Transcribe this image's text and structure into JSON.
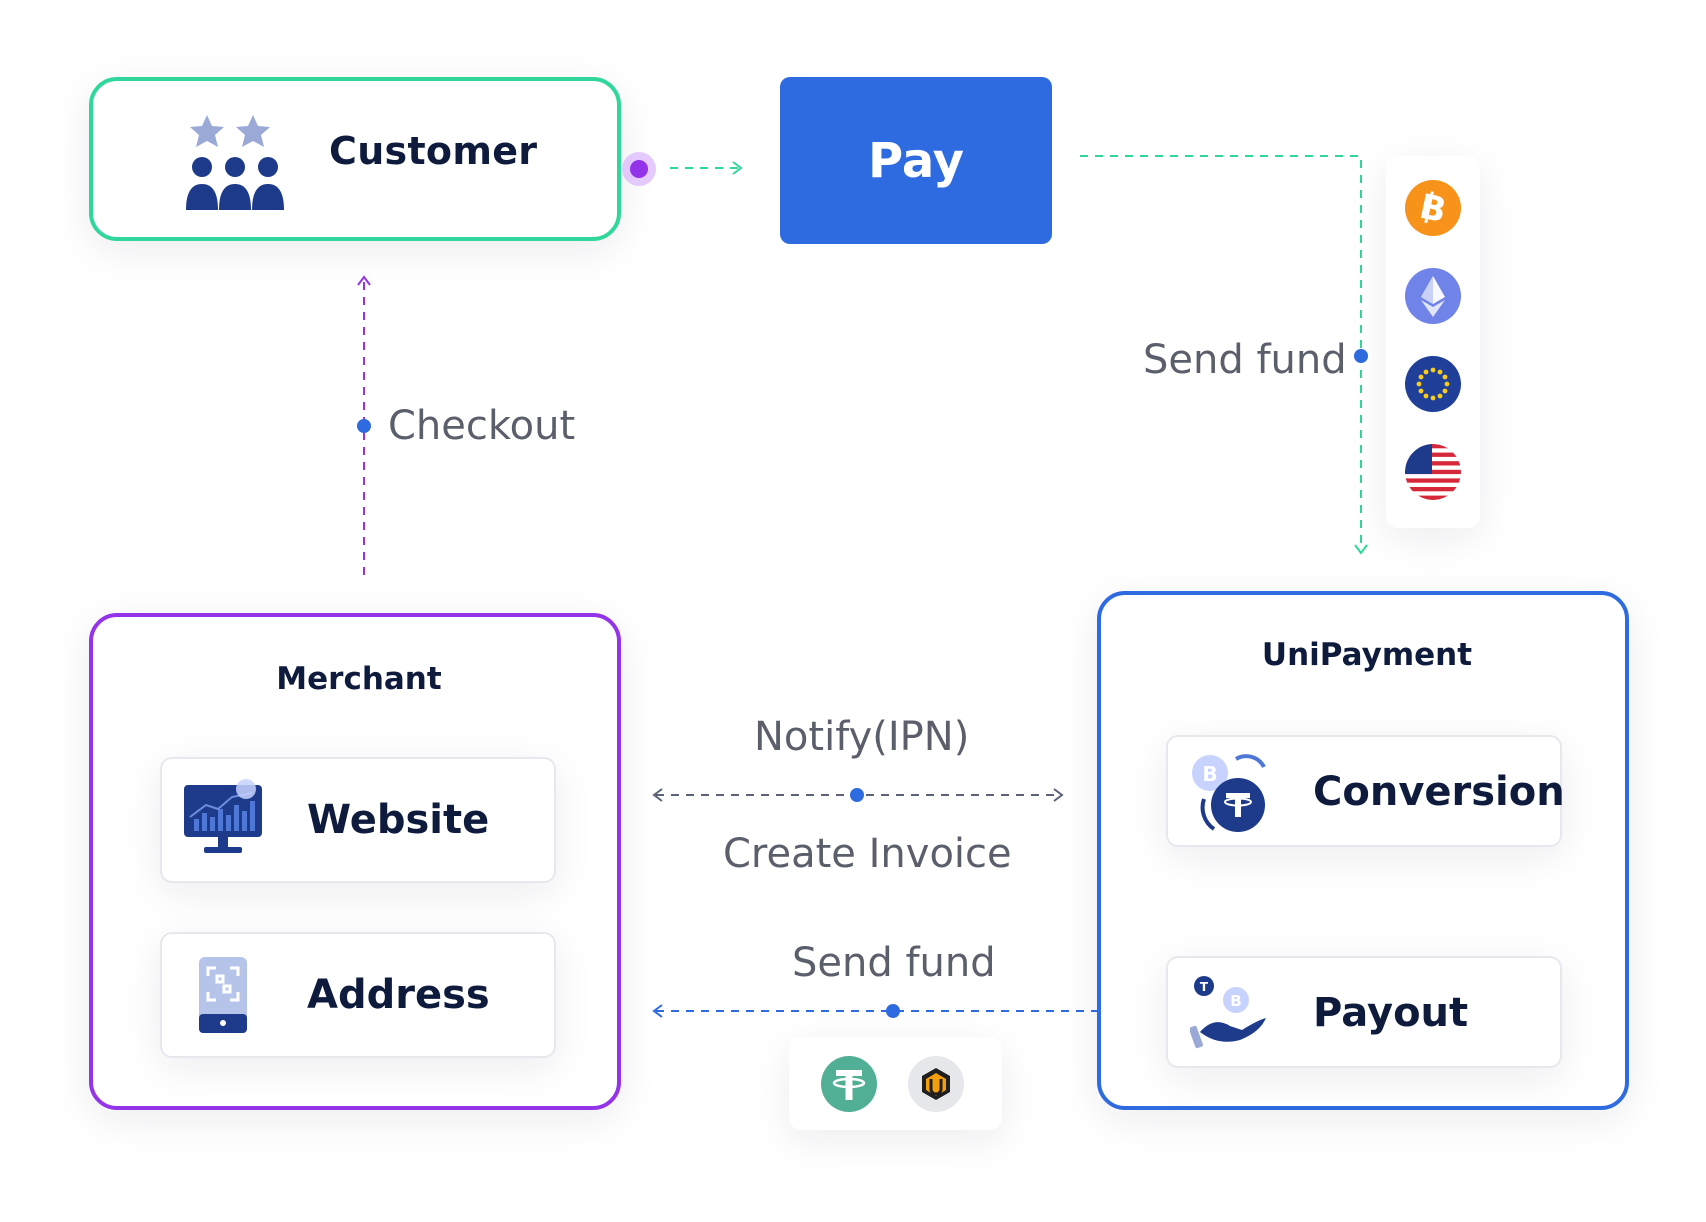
{
  "customer": {
    "label": "Customer",
    "icon": "customer-group-icon"
  },
  "pay": {
    "label": "Pay"
  },
  "send_fund_top": {
    "label": "Send fund"
  },
  "checkout": {
    "label": "Checkout"
  },
  "merchant": {
    "title": "Merchant",
    "items": [
      {
        "label": "Website",
        "icon": "website-monitor-icon"
      },
      {
        "label": "Address",
        "icon": "address-qr-icon"
      }
    ]
  },
  "unipayment": {
    "title": "UniPayment",
    "items": [
      {
        "label": "Conversion",
        "icon": "conversion-icon"
      },
      {
        "label": "Payout",
        "icon": "payout-icon"
      }
    ]
  },
  "notify": {
    "label": "Notify(IPN)"
  },
  "create_invoice": {
    "label": "Create Invoice"
  },
  "send_fund_bottom": {
    "label": "Send fund"
  },
  "currencies": [
    "bitcoin-icon",
    "ethereum-icon",
    "euro-icon",
    "usd-flag-icon"
  ],
  "tokens": [
    "tether-icon",
    "unipayment-token-icon"
  ],
  "colors": {
    "customer_border": "#2fd89a",
    "merchant_border": "#9333ea",
    "unipayment_border": "#2e6be0",
    "pay_bg": "#2e6be0",
    "flow_green": "#2fd89a",
    "flow_blue": "#2e6be0",
    "flow_purple": "#9333ea"
  }
}
